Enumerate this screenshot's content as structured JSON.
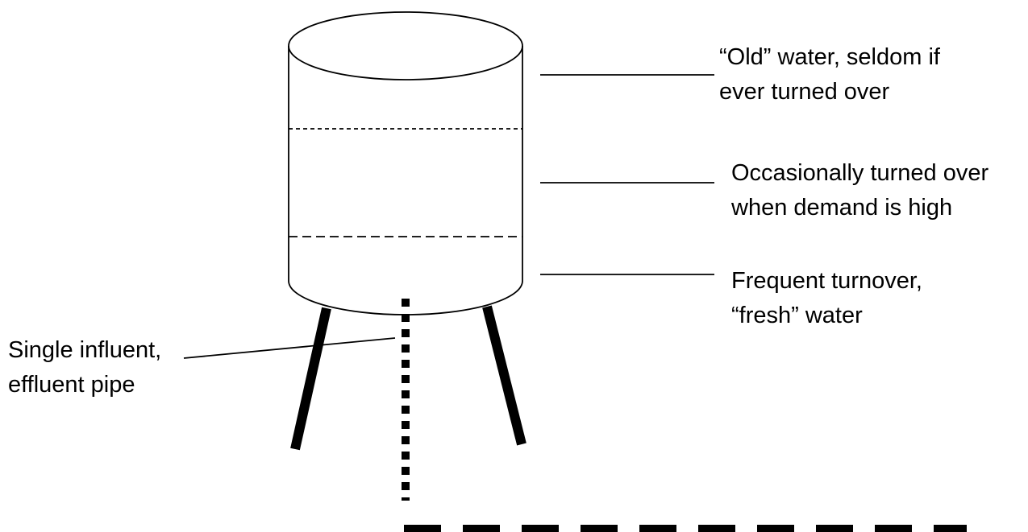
{
  "labels": {
    "old_water": [
      "“Old” water, seldom if",
      "ever turned over"
    ],
    "occasional": [
      "Occasionally turned over",
      "when demand is high"
    ],
    "fresh": [
      "Frequent turnover,",
      "“fresh” water"
    ],
    "pipe": [
      "Single influent,",
      "effluent pipe"
    ]
  },
  "colors": {
    "ink": "#000000",
    "background": "#ffffff"
  }
}
